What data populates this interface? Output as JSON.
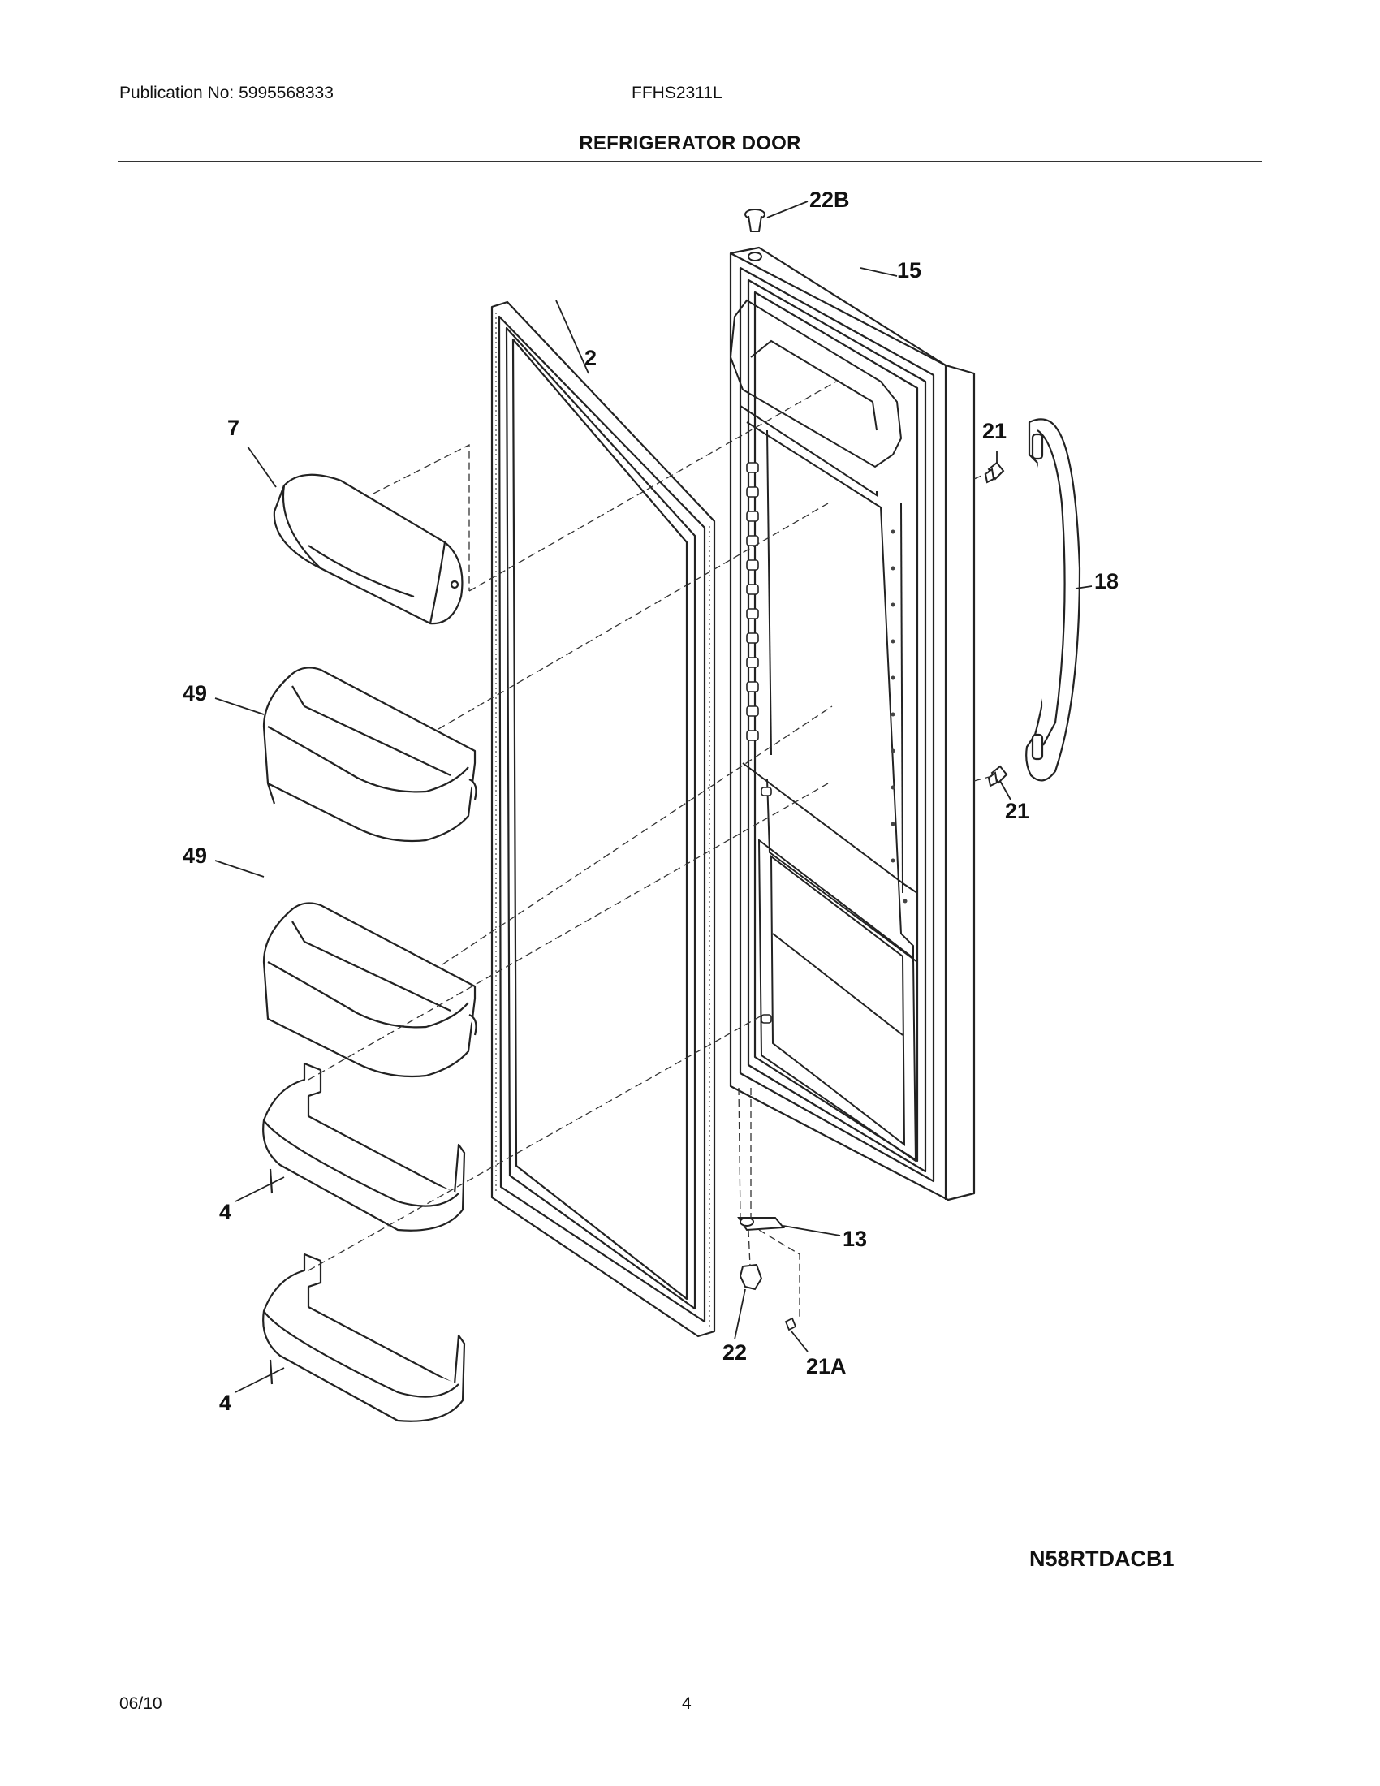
{
  "header": {
    "publication": "Publication No: 5995568333",
    "model": "FFHS2311L",
    "title": "REFRIGERATOR DOOR"
  },
  "callouts": {
    "c22b": "22B",
    "c15": "15",
    "c2": "2",
    "c7": "7",
    "c21_top": "21",
    "c18": "18",
    "c49_a": "49",
    "c49_b": "49",
    "c21_bottom": "21",
    "c4_a": "4",
    "c13": "13",
    "c22": "22",
    "c21a": "21A",
    "c4_b": "4"
  },
  "footer": {
    "diagram_code": "N58RTDACB1",
    "date": "06/10",
    "page_number": "4"
  }
}
